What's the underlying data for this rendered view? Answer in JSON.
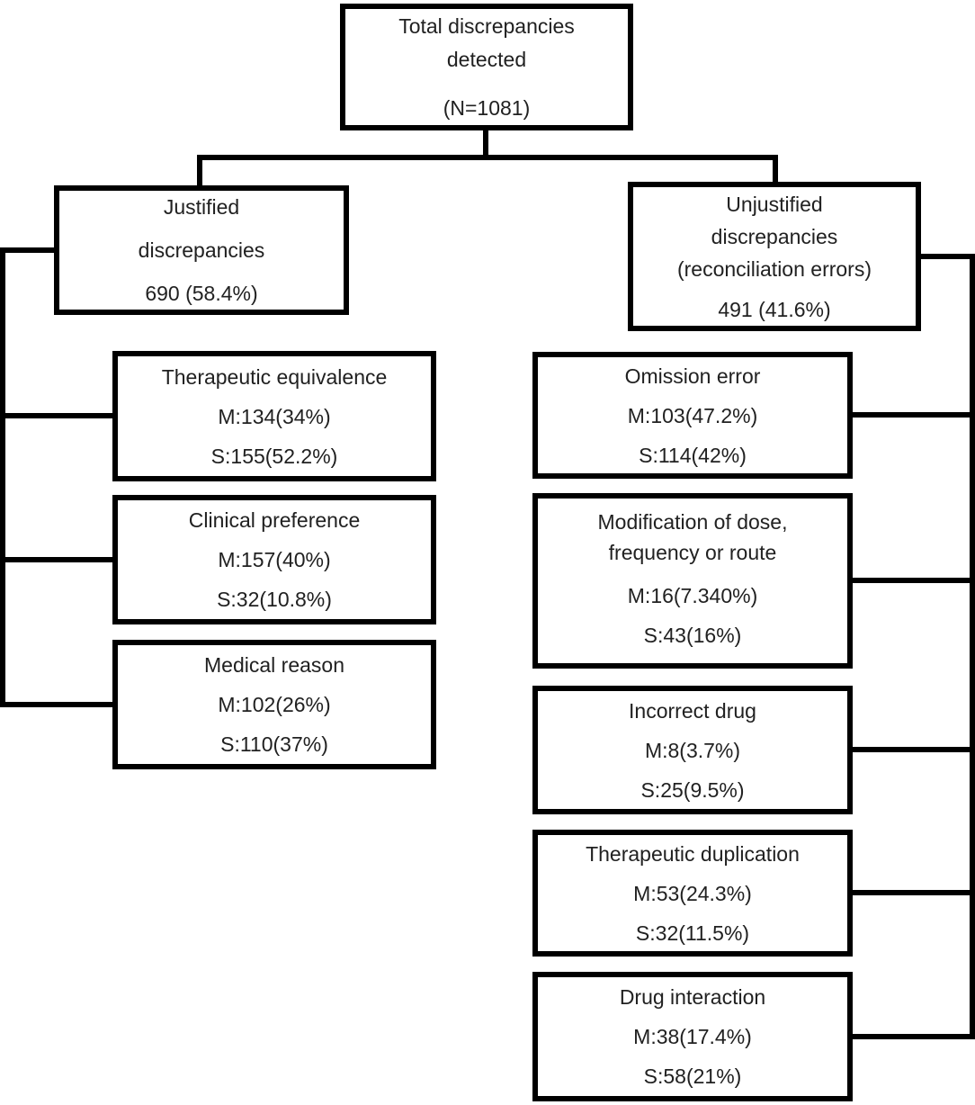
{
  "diagram": {
    "background_color": "#ffffff",
    "line_color": "#000000",
    "text_color": "#212121",
    "description": "Flowchart of medication discrepancies detected, split into justified and unjustified categories"
  },
  "nodes": {
    "total": {
      "line1": "Total discrepancies",
      "line2": "detected",
      "value": "(N=1081)"
    },
    "justified": {
      "line1": "Justified",
      "line2": "discrepancies",
      "value": "690 (58.4%)"
    },
    "unjustified": {
      "line1": "Unjustified",
      "line2": "discrepancies",
      "line3": "(reconciliation errors)",
      "value": "491 (41.6%)"
    },
    "therapeutic_equivalence": {
      "title": "Therapeutic equivalence",
      "m": "M:134(34%)",
      "s": "S:155(52.2%)"
    },
    "clinical_preference": {
      "title": "Clinical preference",
      "m": "M:157(40%)",
      "s": "S:32(10.8%)"
    },
    "medical_reason": {
      "title": "Medical reason",
      "m": "M:102(26%)",
      "s": "S:110(37%)"
    },
    "omission_error": {
      "title": "Omission error",
      "m": "M:103(47.2%)",
      "s": "S:114(42%)"
    },
    "modification_dose": {
      "line1": "Modification of dose,",
      "line2": "frequency or route",
      "m": "M:16(7.340%)",
      "s": "S:43(16%)"
    },
    "incorrect_drug": {
      "title": "Incorrect drug",
      "m": "M:8(3.7%)",
      "s": "S:25(9.5%)"
    },
    "therapeutic_duplication": {
      "title": "Therapeutic duplication",
      "m": "M:53(24.3%)",
      "s": "S:32(11.5%)"
    },
    "drug_interaction": {
      "title": "Drug interaction",
      "m": "M:38(17.4%)",
      "s": "S:58(21%)"
    }
  }
}
